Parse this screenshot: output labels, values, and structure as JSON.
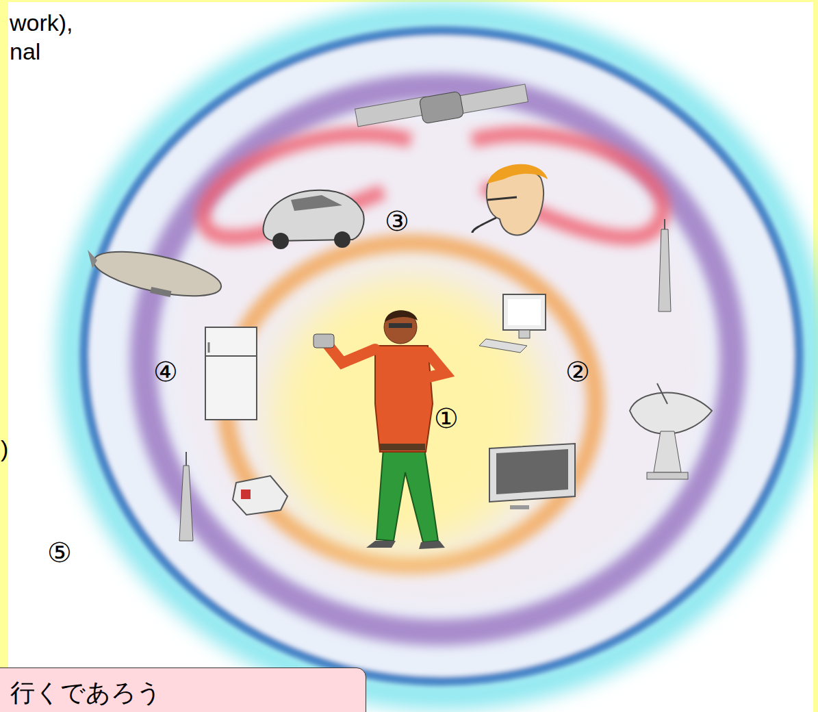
{
  "diagram": {
    "nodes": [
      {
        "text": [
          "行くであろう"
        ]
      }
    ],
    "labels": [
      "work),",
      "nal",
      "③",
      "④",
      "②",
      "①",
      ")",
      "⑤"
    ]
  }
}
